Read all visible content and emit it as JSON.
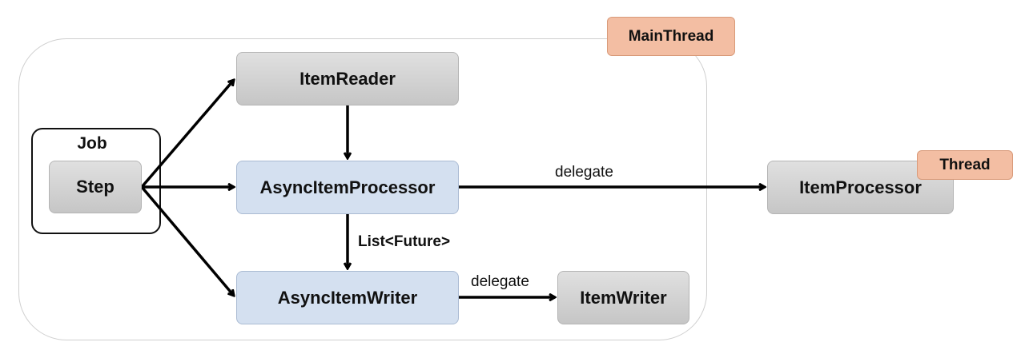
{
  "diagram": {
    "containers": {
      "main_thread_label": "MainThread",
      "job_label": "Job"
    },
    "nodes": {
      "step": "Step",
      "item_reader": "ItemReader",
      "async_item_processor": "AsyncItemProcessor",
      "async_item_writer": "AsyncItemWriter",
      "item_writer": "ItemWriter",
      "item_processor": "ItemProcessor",
      "thread_tag": "Thread"
    },
    "edges": {
      "processor_delegate": "delegate",
      "writer_delegate": "delegate",
      "list_future": "List<Future>"
    },
    "colors": {
      "gray_node": "#d0d0d0",
      "blue_node": "#d4e0f0",
      "thread_tag": "#f3bea3",
      "arrow": "#000000"
    }
  }
}
